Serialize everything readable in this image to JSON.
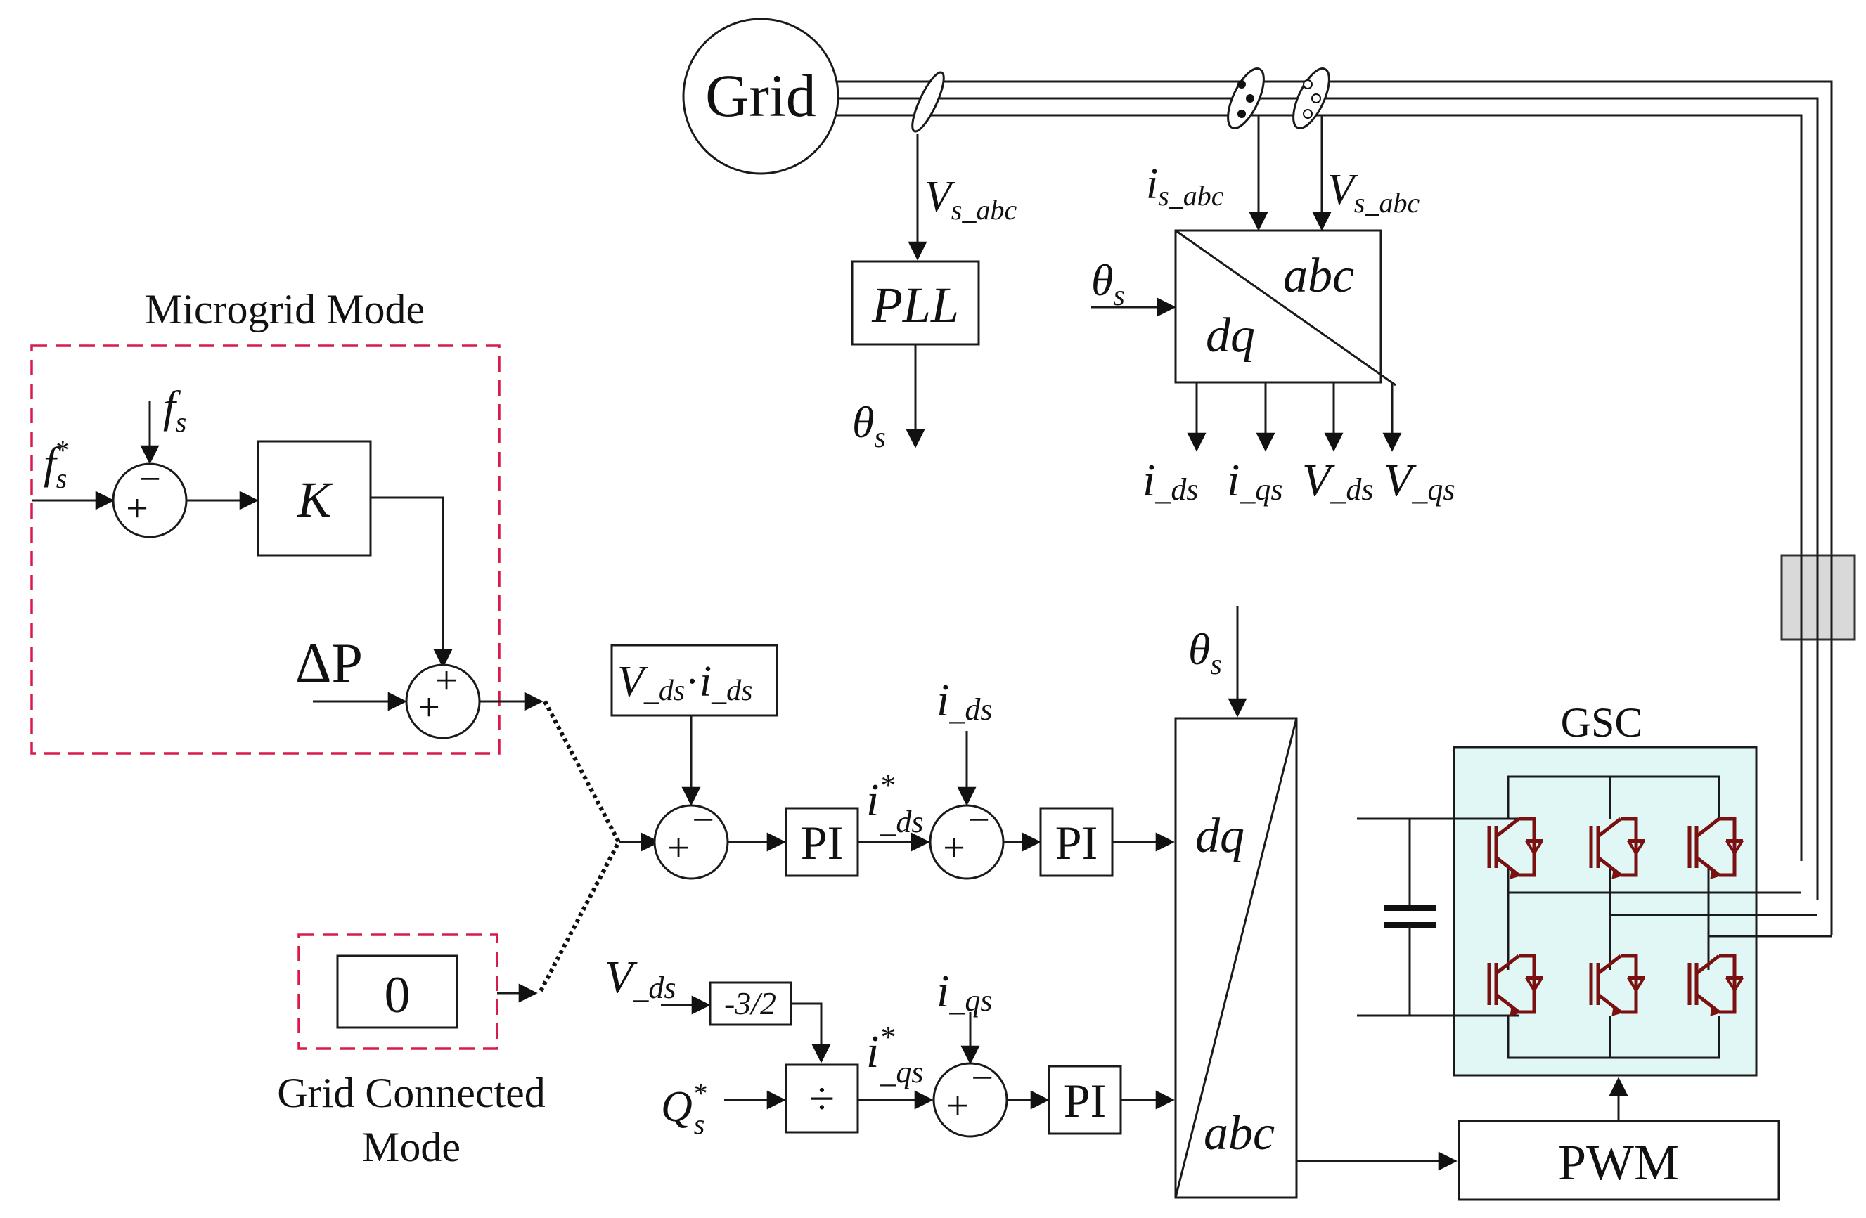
{
  "grid": {
    "label": "Grid"
  },
  "pll": {
    "label": "PLL",
    "output": "θ",
    "output_sub": "s",
    "input": "V",
    "input_sub": "s_abc"
  },
  "transform_top": {
    "input_angle": "θ",
    "input_angle_sub": "s",
    "current_in": "i",
    "current_in_sub": "s_abc",
    "voltage_in": "V",
    "voltage_in_sub": "s_abc",
    "upper": "abc",
    "lower": "dq",
    "outputs": [
      {
        "main": "i",
        "sub": "_ds"
      },
      {
        "main": "i",
        "sub": "_qs"
      },
      {
        "main": "V",
        "sub": "_ds"
      },
      {
        "main": "V",
        "sub": "_qs"
      }
    ]
  },
  "microgrid": {
    "title": "Microgrid Mode",
    "fs_ref": "f",
    "fs_ref_sub": "s",
    "fs_ref_sup": "*",
    "fs": "f",
    "fs_sub": "s",
    "gain": "K",
    "delta_p": "ΔP"
  },
  "grid_connected": {
    "title_line1": "Grid Connected",
    "title_line2": "Mode",
    "value": "0"
  },
  "d_axis": {
    "power_block": {
      "v": "V",
      "v_sub": "_ds",
      "dot": "·",
      "i": "i",
      "i_sub": "_ds"
    },
    "pi1": "PI",
    "ref": {
      "main": "i",
      "sub": "_ds",
      "sup": "*"
    },
    "feedback": {
      "main": "i",
      "sub": "_ds"
    },
    "pi2": "PI"
  },
  "q_axis": {
    "vds": {
      "main": "V",
      "sub": "_ds"
    },
    "gain": "-3/2",
    "qref": {
      "main": "Q",
      "sub": "s",
      "sup": "*"
    },
    "divide": "÷",
    "ref": {
      "main": "i",
      "sub": "_qs",
      "sup": "*"
    },
    "feedback": {
      "main": "i",
      "sub": "_qs"
    },
    "pi": "PI"
  },
  "transform_bottom": {
    "angle": "θ",
    "angle_sub": "s",
    "upper": "dq",
    "lower": "abc"
  },
  "converter": {
    "label": "GSC",
    "modulator": "PWM"
  },
  "sum_signs": {
    "plus": "+",
    "minus": "−"
  },
  "colors": {
    "dashed_box": "#d81b4a",
    "gsc_fill": "#e0f7f5",
    "switch": "#7a1010",
    "filter": "#d9d9d9"
  }
}
